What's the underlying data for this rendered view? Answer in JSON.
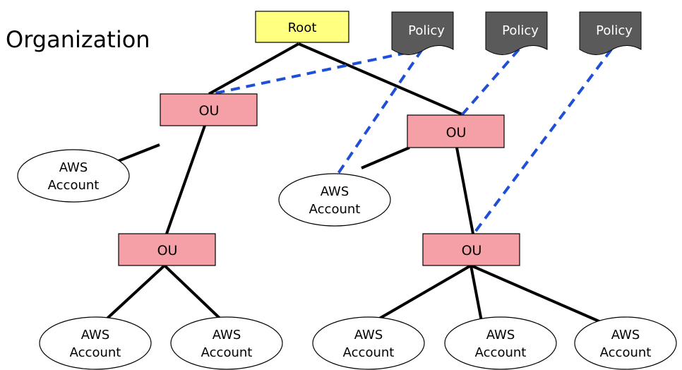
{
  "title": "Organization",
  "colors": {
    "root_fill": "#ffff80",
    "ou_fill": "#f5a0a6",
    "policy_fill": "#5a5a5a",
    "policy_text": "#ffffff",
    "account_fill": "#ffffff",
    "edge": "#000000",
    "policy_link": "#1f4fd6",
    "stroke": "#000000"
  },
  "nodes": {
    "root": {
      "label": "Root"
    },
    "ou_left_top": {
      "label": "OU"
    },
    "ou_right_top": {
      "label": "OU"
    },
    "ou_left_bottom": {
      "label": "OU"
    },
    "ou_right_bottom": {
      "label": "OU"
    },
    "policy_1": {
      "label": "Policy"
    },
    "policy_2": {
      "label": "Policy"
    },
    "policy_3": {
      "label": "Policy"
    },
    "account_1": {
      "line1": "AWS",
      "line2": "Account"
    },
    "account_2": {
      "line1": "AWS",
      "line2": "Account"
    },
    "account_3": {
      "line1": "AWS",
      "line2": "Account"
    },
    "account_4": {
      "line1": "AWS",
      "line2": "Account"
    },
    "account_5": {
      "line1": "AWS",
      "line2": "Account"
    },
    "account_6": {
      "line1": "AWS",
      "line2": "Account"
    },
    "account_7": {
      "line1": "AWS",
      "line2": "Account"
    }
  }
}
